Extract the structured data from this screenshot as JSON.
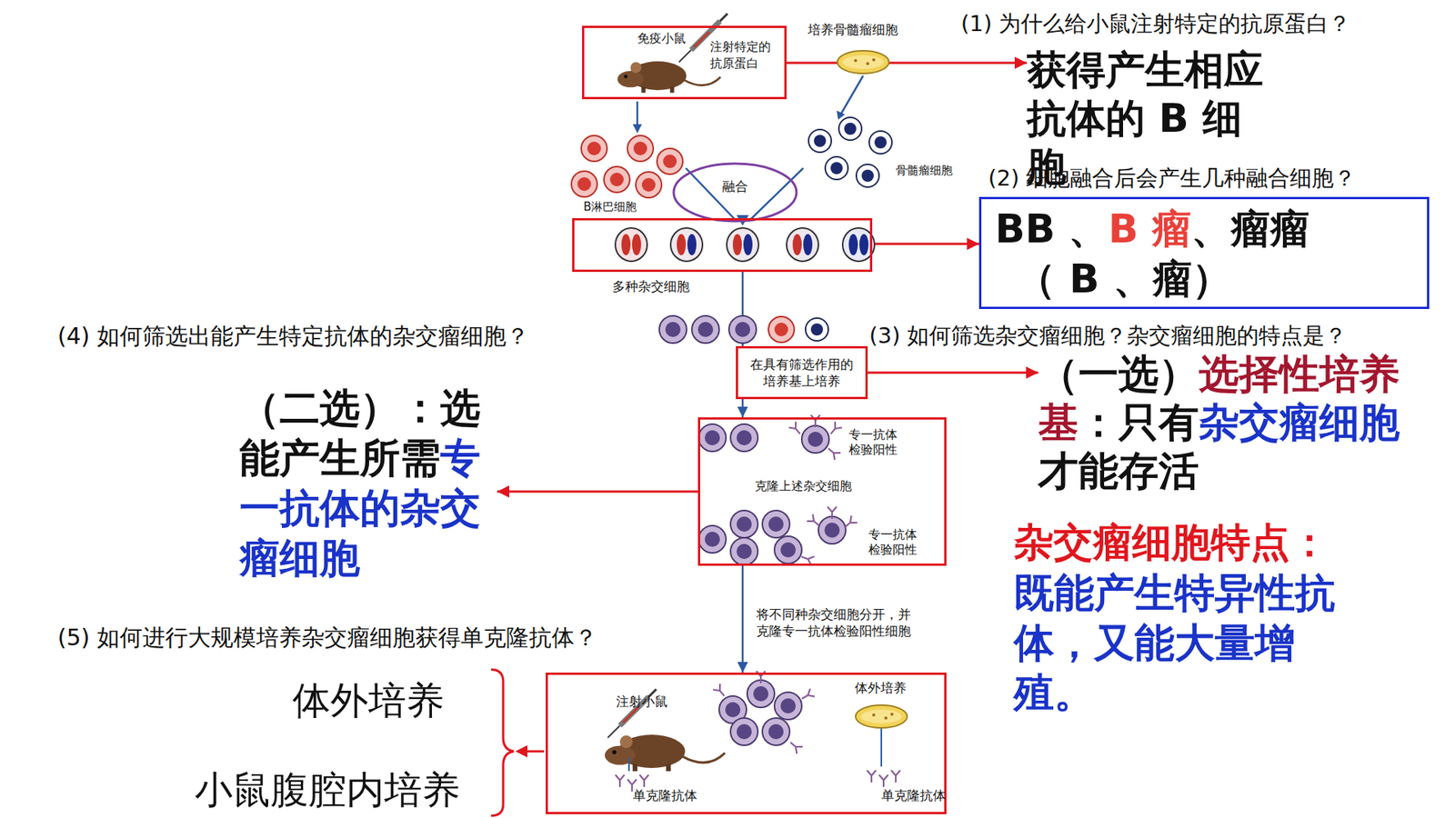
{
  "diagram": {
    "nodes": [
      {
        "text": [
          "免疫小鼠",
          "注射特定的抗原蛋白"
        ]
      },
      {
        "text": [
          "获得产生相应抗体的 B 细胞"
        ]
      },
      {
        "text": [
          "融合"
        ]
      },
      {
        "text": [
          "多种杂交细胞"
        ]
      },
      {
        "text": [
          "BB 、",
          "B 瘤",
          "、瘤瘤",
          "（ B 、瘤）"
        ]
      },
      {
        "text": [
          "在具有筛选作用的培养基上培养"
        ]
      },
      {
        "text": [
          "（一选）",
          "选择性培养基",
          "：只有",
          "杂交瘤细胞",
          "才能存活"
        ]
      },
      {
        "text": [
          "专一抗体检验阳性",
          "克隆上述杂交细胞",
          "专一抗体检验阳性"
        ]
      },
      {
        "text": [
          "（二选）：选能产生所需",
          "专一抗体的杂交瘤细胞"
        ]
      },
      {
        "text": [
          "注射小鼠",
          "体外培养",
          "单克隆抗体",
          "单克隆抗体"
        ]
      }
    ],
    "edges": [
      {
        "from": 0,
        "to": 1,
        "arrow": "to"
      },
      {
        "from": 3,
        "to": 4,
        "arrow": "to"
      },
      {
        "from": 3,
        "to": 5,
        "arrow": "to"
      },
      {
        "from": 5,
        "to": 6,
        "arrow": "to"
      },
      {
        "from": 5,
        "to": 7,
        "arrow": "to"
      },
      {
        "from": 7,
        "to": 8,
        "arrow": "to"
      },
      {
        "from": 7,
        "to": 9,
        "arrow": "to"
      }
    ],
    "labels": [
      "(1) 为什么给小鼠注射特定的抗原蛋白？",
      "培养骨髓瘤细胞",
      "B淋巴细胞",
      "骨髓瘤细胞",
      "(2) 细胞融合后会产生几种融合细胞？",
      "(4) 如何筛选出能产生特定抗体的杂交瘤细胞？",
      "(3) 如何筛选杂交瘤细胞？杂交瘤细胞的特点是？",
      "杂交瘤细胞特点：",
      "既能产生特异性抗体，又能大量增殖。",
      "将不同种杂交细胞分开，并克隆专一抗体检验阳性细胞",
      "(5) 如何进行大规模培养杂交瘤细胞获得单克隆抗体？",
      "体外培养",
      "小鼠腹腔内培养"
    ]
  }
}
